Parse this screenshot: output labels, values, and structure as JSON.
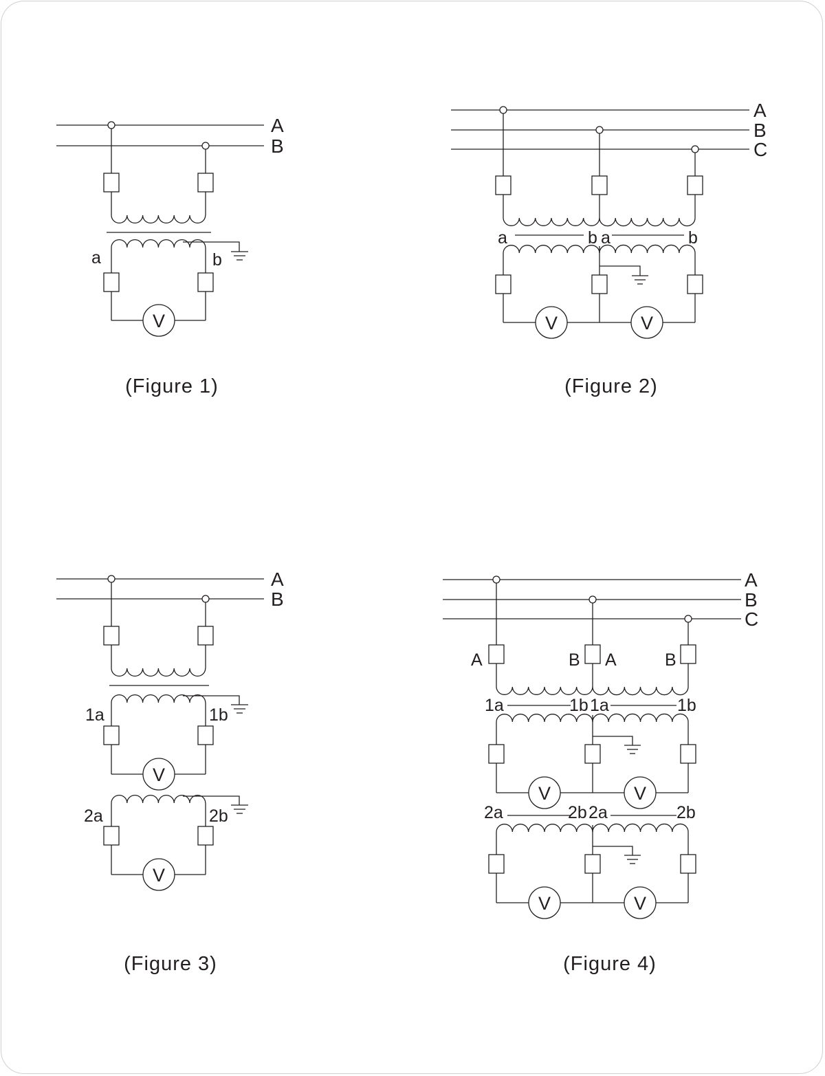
{
  "figures": [
    {
      "caption": "(Figure 1)",
      "bus_labels": [
        "A",
        "B"
      ],
      "secondary_terminals": [
        "a",
        "b"
      ],
      "meter_symbol": "V",
      "ground_icon": "ground-icon"
    },
    {
      "caption": "(Figure 2)",
      "bus_labels": [
        "A",
        "B",
        "C"
      ],
      "secondary_terminals": [
        "a",
        "b",
        "a",
        "b"
      ],
      "meter_symbol": "V",
      "ground_icon": "ground-icon"
    },
    {
      "caption": "(Figure 3)",
      "bus_labels": [
        "A",
        "B"
      ],
      "secondary_terminals": [
        "1a",
        "1b",
        "2a",
        "2b"
      ],
      "meter_symbol": "V",
      "ground_icon": "ground-icon"
    },
    {
      "caption": "(Figure 4)",
      "bus_labels": [
        "A",
        "B",
        "C"
      ],
      "primary_terminals": [
        "A",
        "B",
        "A",
        "B"
      ],
      "secondary_terminals": [
        "1a",
        "1b",
        "1a",
        "1b",
        "2a",
        "2b",
        "2a",
        "2b"
      ],
      "meter_symbol": "V",
      "ground_icon": "ground-icon"
    }
  ],
  "colors": {
    "line": "#231f20",
    "background": "#ffffff",
    "frame": "#cfcfcf"
  }
}
